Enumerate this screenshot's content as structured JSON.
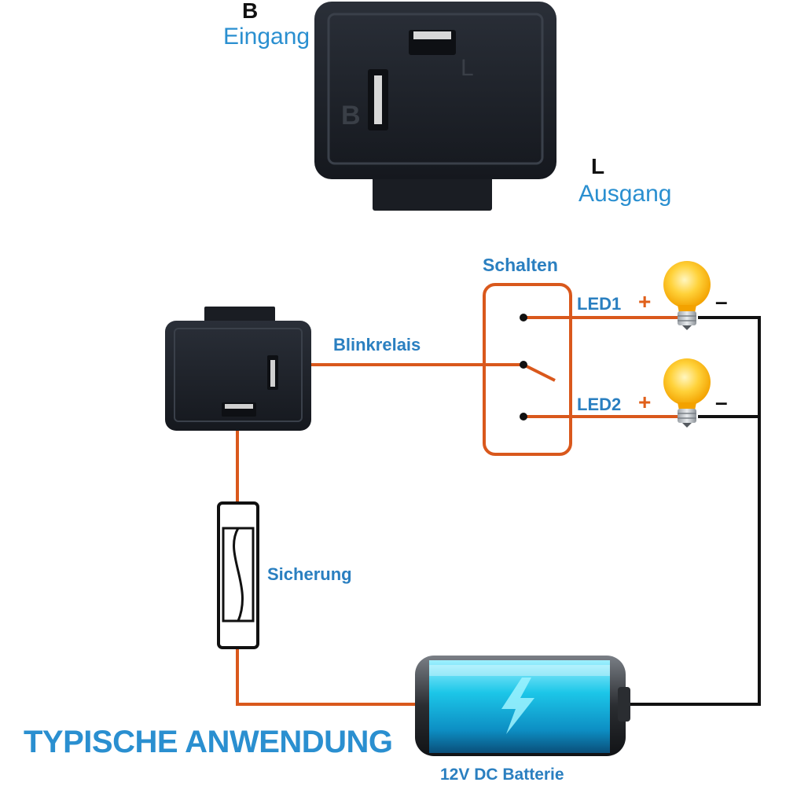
{
  "relay_photo": {
    "pin_b_letter": "B",
    "pin_b_role": "Eingang",
    "pin_l_letter": "L",
    "pin_l_role": "Ausgang",
    "molded_b": "B",
    "molded_l": "L"
  },
  "circuit": {
    "switch_label": "Schalten",
    "relay_label": "Blinkrelais",
    "fuse_label": "Sicherung",
    "battery_label": "12V DC Batterie",
    "led1_label": "LED1",
    "led2_label": "LED2",
    "plus_sign": "+",
    "minus_sign": "–"
  },
  "title": "TYPISCHE ANWENDUNG",
  "colors": {
    "wire_orange": "#d9581c",
    "wire_black": "#111111",
    "label_blue": "#2a7fc0",
    "relay_body": "#1f232b",
    "battery_cyan": "#1cc6e8"
  },
  "icons": [
    "relay-icon",
    "fuse-icon",
    "battery-icon",
    "bulb-icon",
    "lightning-icon"
  ]
}
